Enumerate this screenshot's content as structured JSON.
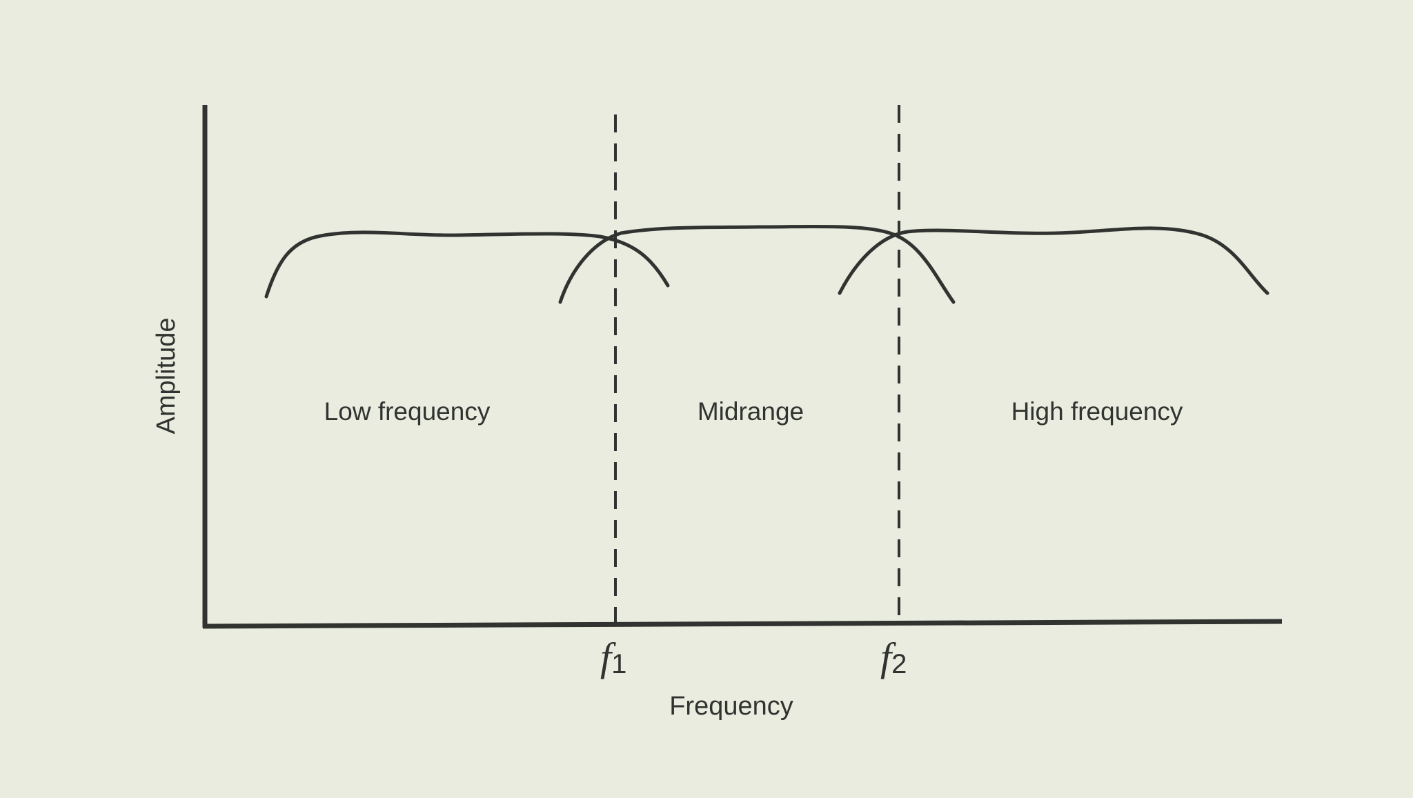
{
  "diagram": {
    "axes": {
      "y_label": "Amplitude",
      "x_label": "Frequency"
    },
    "bands": [
      {
        "label": "Low frequency"
      },
      {
        "label": "Midrange"
      },
      {
        "label": "High frequency"
      }
    ],
    "crossovers": [
      {
        "symbol": "f",
        "subscript": "1"
      },
      {
        "symbol": "f",
        "subscript": "2"
      }
    ],
    "colors": {
      "background": "#E9ECDF",
      "ink": "#30332F"
    }
  }
}
